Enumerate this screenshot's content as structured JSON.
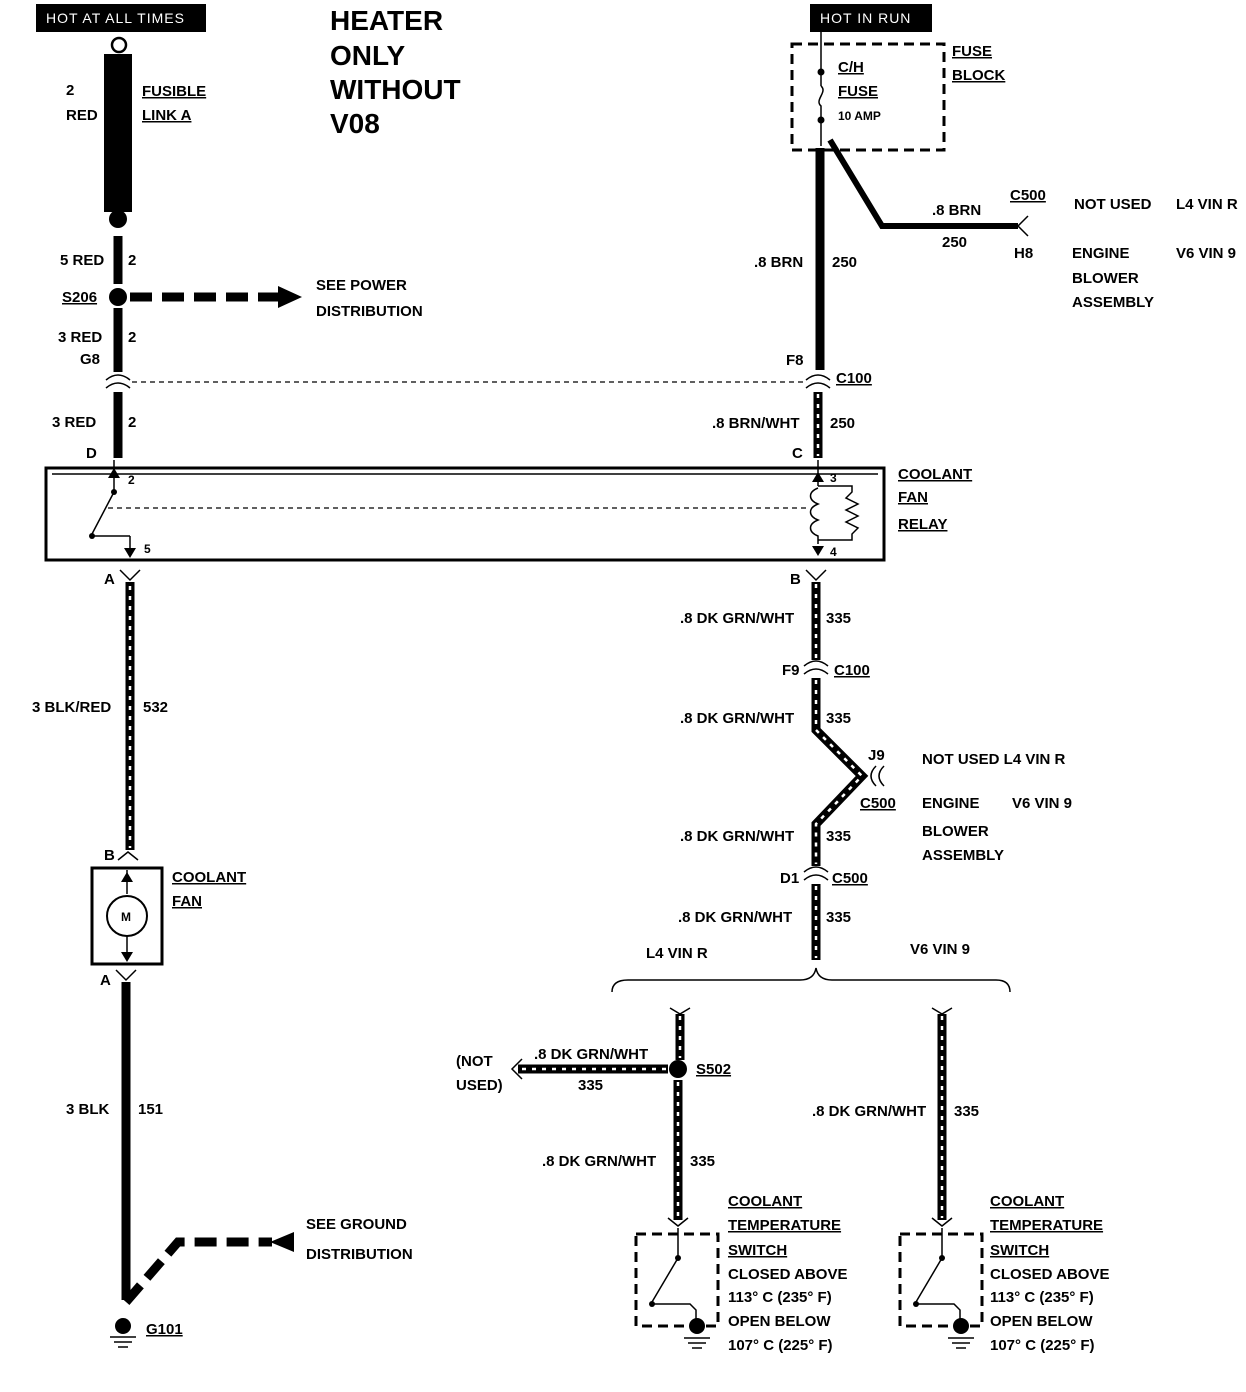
{
  "header": {
    "hot_at_all_times": "HOT AT ALL TIMES",
    "hot_in_run": "HOT IN RUN",
    "title_lines": [
      "HEATER",
      "ONLY",
      "WITHOUT",
      "V08"
    ]
  },
  "fuse_block": {
    "label_1": "FUSE",
    "label_2": "BLOCK",
    "fuse_name_1": "C/H",
    "fuse_name_2": "FUSE",
    "rating": "10 AMP"
  },
  "left": {
    "fusible_gauge": "2",
    "fusible_color": "RED",
    "fusible_label_1": "FUSIBLE",
    "fusible_label_2": "LINK A",
    "w1_label": "5 RED",
    "w1_circuit": "2",
    "splice": "S206",
    "see_power_1": "SEE POWER",
    "see_power_2": "DISTRIBUTION",
    "w2_label": "3 RED",
    "w2_circuit": "2",
    "conn_g8": "G8",
    "w3_label": "3 RED",
    "w3_circuit": "2",
    "pin_d": "D",
    "pin_a": "A",
    "w4_label": "3 BLK/RED",
    "w4_circuit": "532",
    "pin_b": "B",
    "fan_label_1": "COOLANT",
    "fan_label_2": "FAN",
    "motor": "M",
    "pin_a2": "A",
    "w5_label": "3 BLK",
    "w5_circuit": "151",
    "see_ground_1": "SEE GROUND",
    "see_ground_2": "DISTRIBUTION",
    "ground": "G101"
  },
  "relay": {
    "label_1": "COOLANT",
    "label_2": "FAN",
    "label_3": "RELAY",
    "pin2": "2",
    "pin5": "5",
    "pin3": "3",
    "pin4": "4"
  },
  "right": {
    "brn_label": ".8 BRN",
    "brn_circuit": "250",
    "branch_label": ".8 BRN",
    "branch_circuit": "250",
    "c500_top": "C500",
    "h8": "H8",
    "not_used_1": "NOT USED",
    "l4_vin_r_1": "L4 VIN R",
    "engine_1": "ENGINE",
    "v6_vin_9_1": "V6 VIN 9",
    "blower_1": "BLOWER",
    "assembly_1": "ASSEMBLY",
    "f8": "F8",
    "c100_a": "C100",
    "brnwht_label": ".8 BRN/WHT",
    "brnwht_circuit": "250",
    "pin_c": "C",
    "pin_b": "B",
    "g1_label": ".8 DK GRN/WHT",
    "g1_circuit": "335",
    "f9": "F9",
    "c100_b": "C100",
    "g2_label": ".8 DK GRN/WHT",
    "g2_circuit": "335",
    "j9": "J9",
    "c500_mid": "C500",
    "not_used_2": "NOT USED L4 VIN R",
    "engine_2": "ENGINE",
    "v6_vin_9_2": "V6 VIN 9",
    "blower_2": "BLOWER",
    "assembly_2": "ASSEMBLY",
    "g3_label": ".8 DK GRN/WHT",
    "g3_circuit": "335",
    "d1": "D1",
    "c500_low": "C500",
    "g4_label": ".8 DK GRN/WHT",
    "g4_circuit": "335",
    "l4_vin_r_2": "L4 VIN R",
    "v6_vin_9_3": "V6 VIN 9"
  },
  "bottom": {
    "not_used_paren_1": "(NOT",
    "not_used_paren_2": "USED)",
    "s502_label": ".8 DK GRN/WHT",
    "s502_circuit": "335",
    "splice": "S502",
    "lw_label": ".8 DK GRN/WHT",
    "lw_circuit": "335",
    "rw_label": ".8 DK GRN/WHT",
    "rw_circuit": "335",
    "switch_l": [
      "COOLANT",
      "TEMPERATURE",
      "SWITCH",
      "CLOSED ABOVE",
      "113°  C (235°  F)",
      "OPEN BELOW",
      "107°  C (225°  F)"
    ],
    "switch_r": [
      "COOLANT",
      "TEMPERATURE",
      "SWITCH",
      "CLOSED ABOVE",
      "113°  C (235°  F)",
      "OPEN BELOW",
      "107°  C (225°  F)"
    ]
  }
}
